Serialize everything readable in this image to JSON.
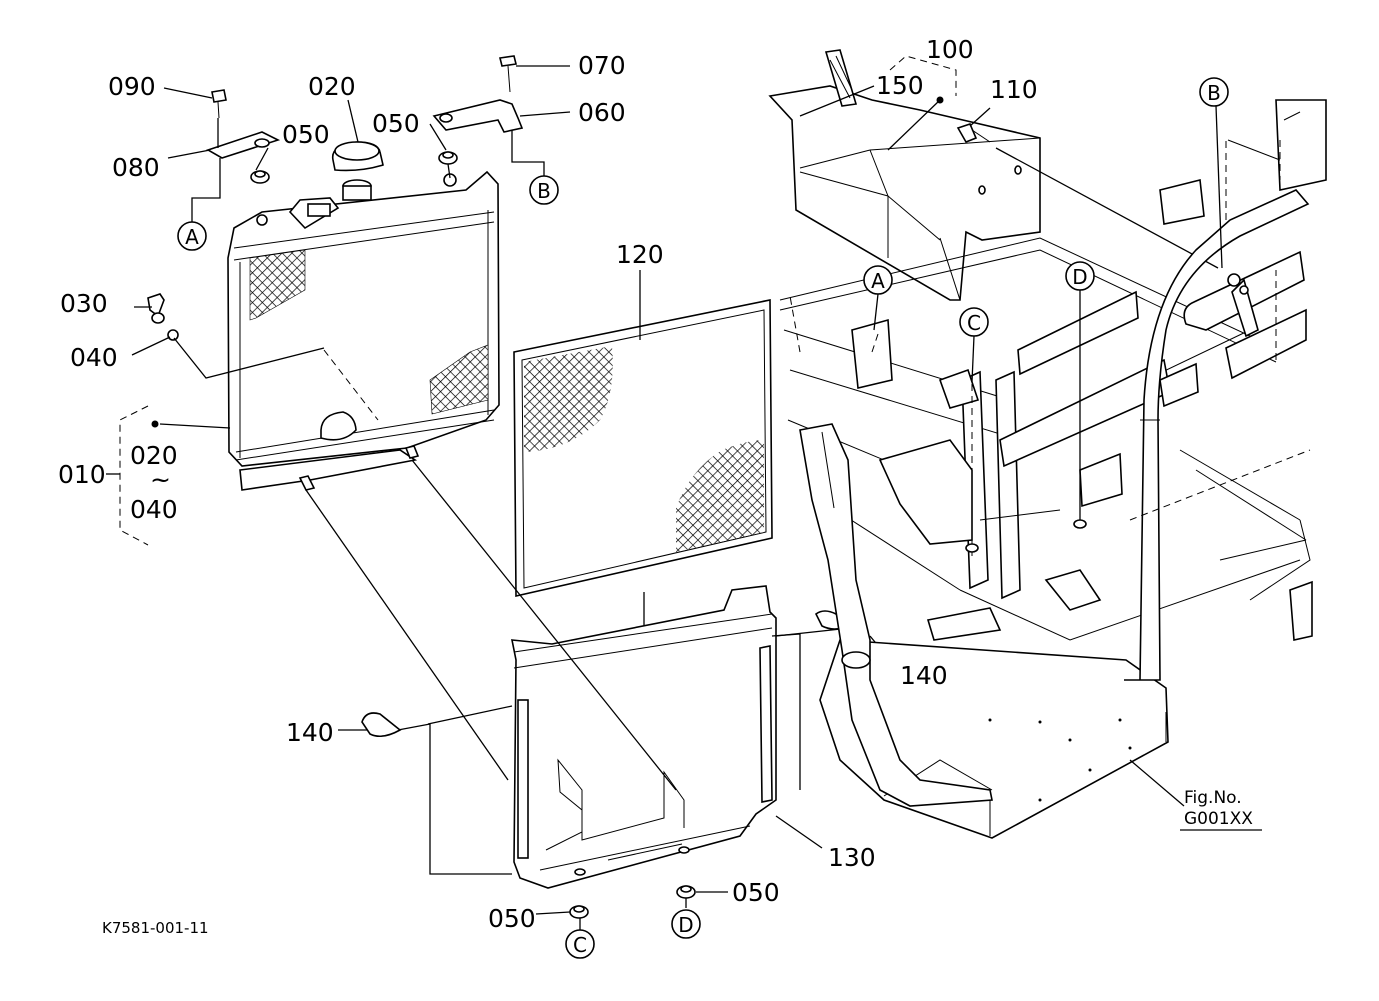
{
  "labels": {
    "p090": "090",
    "p020_top": "020",
    "p050_a": "050",
    "p080": "080",
    "p050_b": "050",
    "p070": "070",
    "p060": "060",
    "p100": "100",
    "p150": "150",
    "p110": "110",
    "p030": "030",
    "p040": "040",
    "p010": "010",
    "p020_group": "020",
    "tilde": "~",
    "p040_group": "040",
    "p120": "120",
    "p140_right": "140",
    "p140_left": "140",
    "p130": "130",
    "p050_d": "050",
    "p050_c": "050"
  },
  "refs": {
    "A_left": "A",
    "B_left": "B",
    "A_frame": "A",
    "B_frame": "B",
    "C_frame": "C",
    "D_frame": "D",
    "C_bottom": "C",
    "D_bottom": "D"
  },
  "figure": {
    "fig_no_label": "Fig.No.",
    "fig_no_value": "G001XX",
    "drawing_code": "K7581-001-11"
  }
}
